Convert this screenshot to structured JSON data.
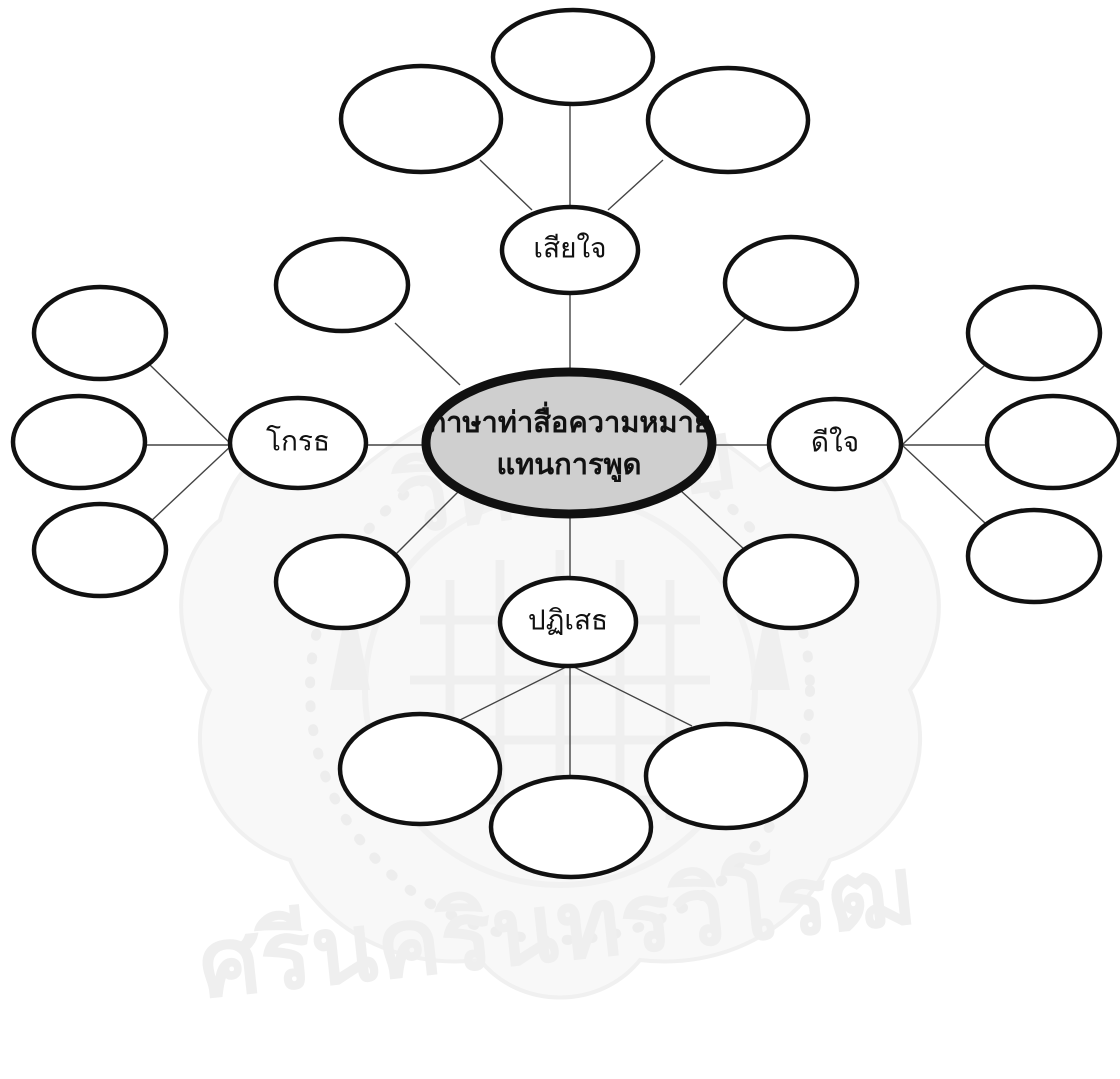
{
  "center": {
    "lines": [
      "ภาษาท่าสื่อความหมาย",
      "แทนการพูด"
    ]
  },
  "categories": {
    "sad": "เสียใจ",
    "happy": "ดีใจ",
    "angry": "โกรธ",
    "refuse": "ปฏิเสธ"
  },
  "watermark": {
    "top": "วิทยาลัย",
    "bottom": "ศรีนครินทรวิโรฒ"
  },
  "colors": {
    "center_fill": "#cfcfcf",
    "stroke": "#111111",
    "line": "#444444",
    "watermark": "#e2e2e2"
  }
}
